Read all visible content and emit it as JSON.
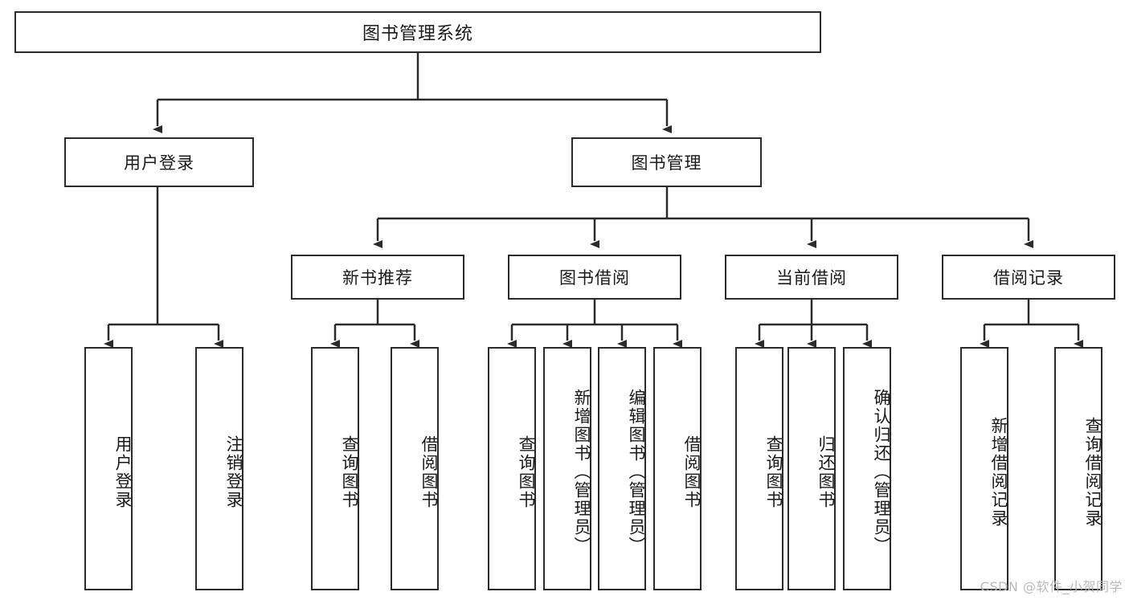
{
  "diagram": {
    "type": "tree-hierarchy-chart",
    "title": "图书管理系统",
    "root": {
      "id": "root",
      "label": "图书管理系统"
    },
    "level2": [
      {
        "id": "user-login",
        "label": "用户登录"
      },
      {
        "id": "book-management",
        "label": "图书管理"
      }
    ],
    "level3": [
      {
        "id": "new-book-recommend",
        "label": "新书推荐",
        "parent": "book-management"
      },
      {
        "id": "book-borrow",
        "label": "图书借阅",
        "parent": "book-management"
      },
      {
        "id": "current-borrow",
        "label": "当前借阅",
        "parent": "book-management"
      },
      {
        "id": "borrow-record",
        "label": "借阅记录",
        "parent": "book-management"
      }
    ],
    "leaves": {
      "user_login": [
        {
          "id": "leaf-user-login",
          "label": "用户登录"
        },
        {
          "id": "leaf-user-logout",
          "label": "注销登录"
        }
      ],
      "new_book_recommend": [
        {
          "id": "leaf-query-book-1",
          "label": "查询图书"
        },
        {
          "id": "leaf-borrow-book-1",
          "label": "借阅图书"
        }
      ],
      "book_borrow": [
        {
          "id": "leaf-query-book-2",
          "label": "查询图书"
        },
        {
          "id": "leaf-add-book",
          "label": "新增图书（管理员）"
        },
        {
          "id": "leaf-edit-book",
          "label": "编辑图书（管理员）"
        },
        {
          "id": "leaf-borrow-book-2",
          "label": "借阅图书"
        }
      ],
      "current_borrow": [
        {
          "id": "leaf-query-book-3",
          "label": "查询图书"
        },
        {
          "id": "leaf-return-book",
          "label": "归还图书"
        },
        {
          "id": "leaf-confirm-return",
          "label": "确认归还（管理员）"
        }
      ],
      "borrow_record": [
        {
          "id": "leaf-add-record",
          "label": "新增借阅记录"
        },
        {
          "id": "leaf-query-record",
          "label": "查询借阅记录"
        }
      ]
    },
    "colors": {
      "stroke": "#2b2b2b",
      "background": "#ffffff",
      "text": "#1a1a1a",
      "watermark": "#b9b9b9"
    }
  },
  "watermark": {
    "text": "CSDN @软件_小贺同学"
  }
}
